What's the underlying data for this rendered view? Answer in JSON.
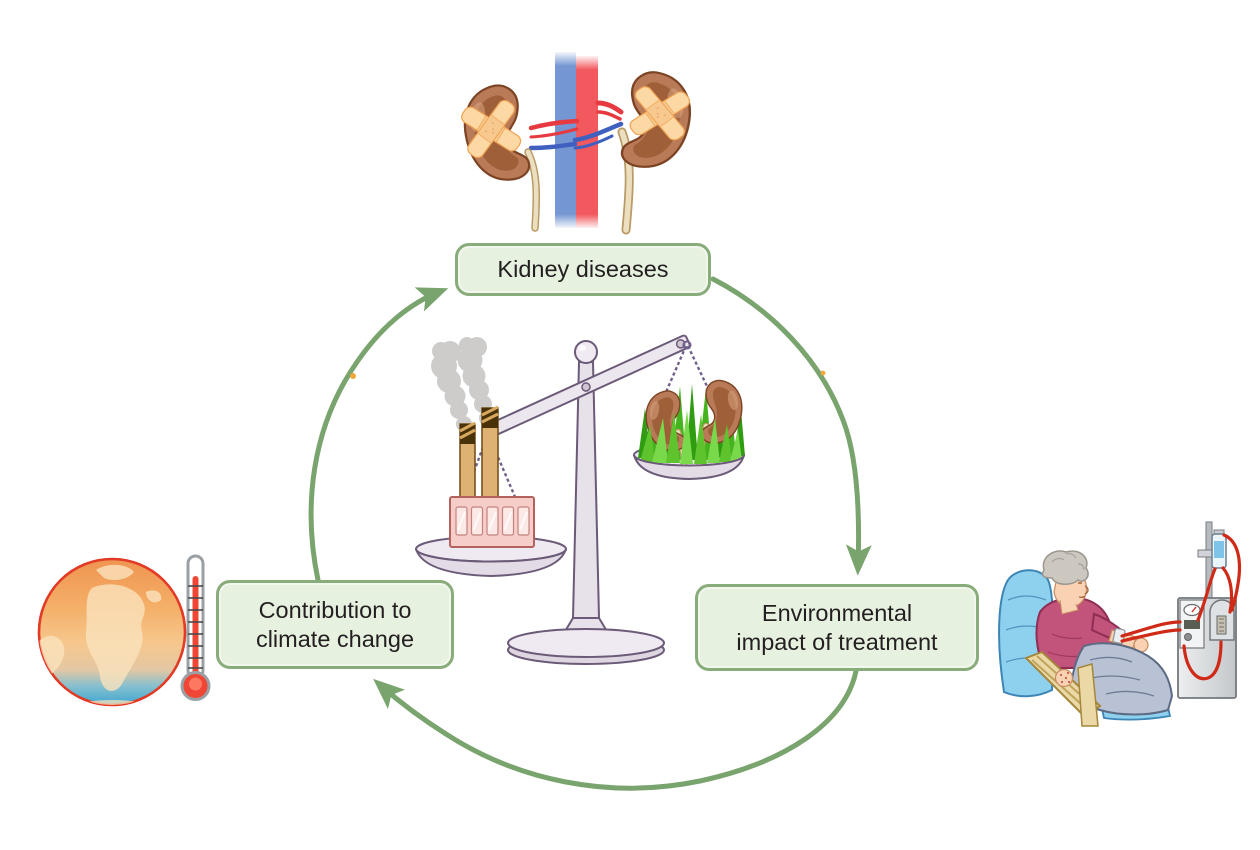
{
  "figure": {
    "type": "cycle-diagram",
    "direction": "clockwise"
  },
  "nodes": {
    "kidney_diseases": {
      "label": "Kidney diseases"
    },
    "environmental_impact": {
      "line1": "Environmental",
      "line2": "impact of treatment"
    },
    "climate_change": {
      "line1": "Contribution to",
      "line2": "climate change"
    }
  },
  "icons": {
    "top": "injured-kidneys-with-plasters-icon",
    "center": "balance-scale-factory-vs-healthy-kidneys-icon",
    "left": "warming-globe-with-thermometer-icon",
    "right": "dialysis-patient-with-machine-icon"
  },
  "colors": {
    "arrow_green": "#7aa46e",
    "node_fill": "#e7f1e0",
    "node_border": "#89ac7b",
    "node_text": "#231f20"
  }
}
